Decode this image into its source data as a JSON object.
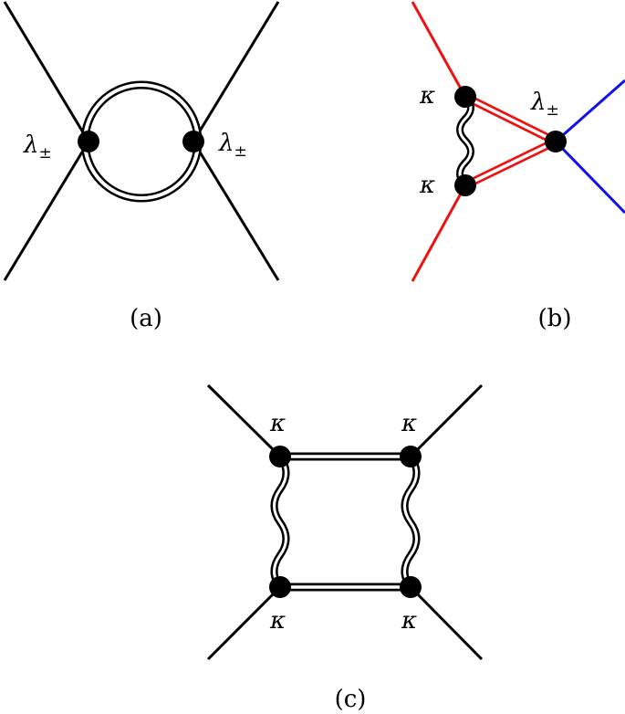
{
  "diagrams": {
    "a": {
      "caption": "(a)",
      "vertex_left": "λ",
      "vertex_left_sub": "±",
      "vertex_right": "λ",
      "vertex_right_sub": "±"
    },
    "b": {
      "caption": "(b)",
      "vertex_top": "κ",
      "vertex_bottom": "κ",
      "vertex_right": "λ",
      "vertex_right_sub": "±"
    },
    "c": {
      "caption": "(c)",
      "top_left": "κ",
      "top_right": "κ",
      "bottom_left": "κ",
      "bottom_right": "κ"
    }
  },
  "colors": {
    "line": "#000000",
    "red": "#ee1111",
    "blue": "#1111ee"
  }
}
